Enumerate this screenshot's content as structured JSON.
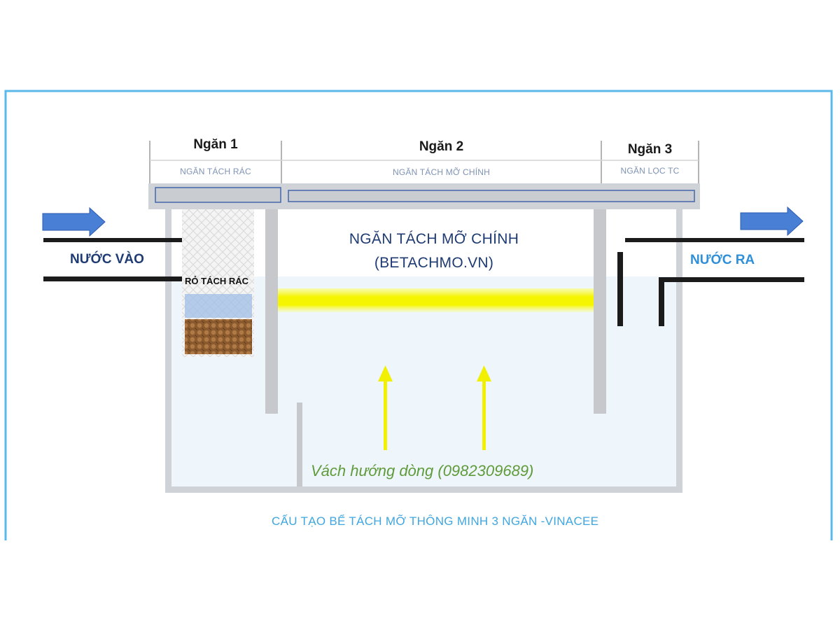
{
  "compartments": [
    {
      "name": "Ngăn 1",
      "subtitle": "NGĂN TÁCH RÁC"
    },
    {
      "name": "Ngăn 2",
      "subtitle": "NGĂN TÁCH MỠ CHÍNH"
    },
    {
      "name": "Ngăn 3",
      "subtitle": "NGĂN LỌC TC"
    }
  ],
  "main_label": {
    "line1": "NGĂN TÁCH MỠ CHÍNH",
    "line2": "(BETACHMO.VN)"
  },
  "inlet_label": "NƯỚC VÀO",
  "outlet_label": "NƯỚC RA",
  "basket_label": "RỎ TÁCH RÁC",
  "baffle_label": "Vách hướng dòng (0982309689)",
  "caption": "CẤU TẠO BỂ TÁCH MỠ THÔNG MINH 3 NGĂN -VINACEE",
  "colors": {
    "frame": "#5bb8ea",
    "tank_wall": "#cfd2d6",
    "water": "#eef5fb",
    "grease_layer": "#f5f500",
    "flow_arrow": "#4a7fd6",
    "up_arrow": "#f0f000",
    "pipe": "#1b1b1b",
    "inlet_text": "#1f3b73",
    "outlet_text": "#2f8fd8"
  },
  "icons": [
    "inlet-arrow-icon",
    "outlet-arrow-icon",
    "upflow-arrow-icon"
  ]
}
